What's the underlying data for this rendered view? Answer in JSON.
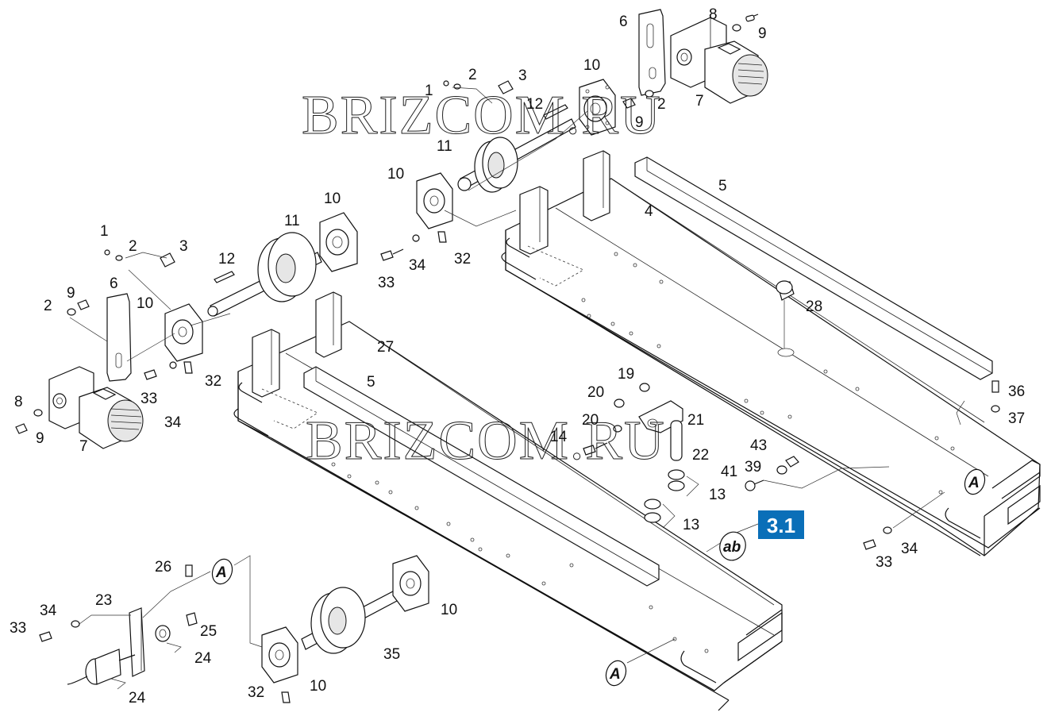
{
  "watermark": {
    "text": "BRIZCOM.RU"
  },
  "section_badge": {
    "label": "3.1",
    "color": "#0a6fb8"
  },
  "connectors": {
    "A": "A",
    "ab": "ab"
  },
  "callouts": [
    {
      "id": "c1",
      "label": "6"
    },
    {
      "id": "c2",
      "label": "8"
    },
    {
      "id": "c3",
      "label": "9"
    },
    {
      "id": "c4",
      "label": "10"
    },
    {
      "id": "c5",
      "label": "1"
    },
    {
      "id": "c6",
      "label": "2"
    },
    {
      "id": "c7",
      "label": "3"
    },
    {
      "id": "c8",
      "label": "12"
    },
    {
      "id": "c9",
      "label": "2"
    },
    {
      "id": "c10",
      "label": "9"
    },
    {
      "id": "c11",
      "label": "7"
    },
    {
      "id": "c12",
      "label": "11"
    },
    {
      "id": "c13",
      "label": "10"
    },
    {
      "id": "c14",
      "label": "5"
    },
    {
      "id": "c15",
      "label": "4"
    },
    {
      "id": "c16",
      "label": "10"
    },
    {
      "id": "c17",
      "label": "11"
    },
    {
      "id": "c18",
      "label": "1"
    },
    {
      "id": "c19",
      "label": "2"
    },
    {
      "id": "c20",
      "label": "3"
    },
    {
      "id": "c21",
      "label": "12"
    },
    {
      "id": "c22",
      "label": "34"
    },
    {
      "id": "c23",
      "label": "32"
    },
    {
      "id": "c24",
      "label": "33"
    },
    {
      "id": "c25",
      "label": "28"
    },
    {
      "id": "c26",
      "label": "9"
    },
    {
      "id": "c27",
      "label": "2"
    },
    {
      "id": "c28",
      "label": "6"
    },
    {
      "id": "c29",
      "label": "10"
    },
    {
      "id": "c30",
      "label": "27"
    },
    {
      "id": "c31",
      "label": "32"
    },
    {
      "id": "c32",
      "label": "33"
    },
    {
      "id": "c33",
      "label": "34"
    },
    {
      "id": "c34",
      "label": "5"
    },
    {
      "id": "c35",
      "label": "8"
    },
    {
      "id": "c36",
      "label": "9"
    },
    {
      "id": "c37",
      "label": "7"
    },
    {
      "id": "c38",
      "label": "19"
    },
    {
      "id": "c39",
      "label": "20"
    },
    {
      "id": "c40",
      "label": "20"
    },
    {
      "id": "c41",
      "label": "21"
    },
    {
      "id": "c42",
      "label": "14"
    },
    {
      "id": "c43",
      "label": "22"
    },
    {
      "id": "c44",
      "label": "43"
    },
    {
      "id": "c45",
      "label": "39"
    },
    {
      "id": "c46",
      "label": "41"
    },
    {
      "id": "c47",
      "label": "13"
    },
    {
      "id": "c48",
      "label": "13"
    },
    {
      "id": "c49",
      "label": "36"
    },
    {
      "id": "c50",
      "label": "37"
    },
    {
      "id": "c51",
      "label": "34"
    },
    {
      "id": "c52",
      "label": "33"
    },
    {
      "id": "c53",
      "label": "26"
    },
    {
      "id": "c54",
      "label": "23"
    },
    {
      "id": "c55",
      "label": "34"
    },
    {
      "id": "c56",
      "label": "33"
    },
    {
      "id": "c57",
      "label": "25"
    },
    {
      "id": "c58",
      "label": "24"
    },
    {
      "id": "c59",
      "label": "24"
    },
    {
      "id": "c60",
      "label": "10"
    },
    {
      "id": "c61",
      "label": "35"
    },
    {
      "id": "c62",
      "label": "10"
    },
    {
      "id": "c63",
      "label": "32"
    }
  ]
}
